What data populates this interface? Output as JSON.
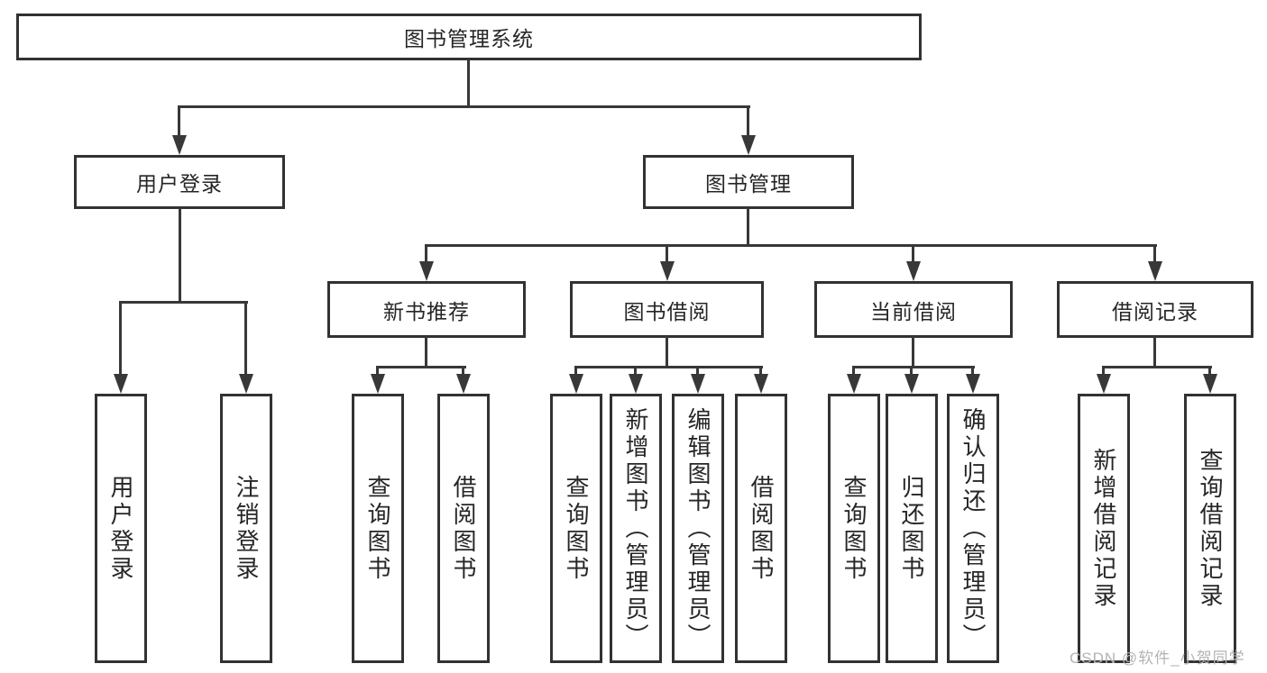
{
  "diagram": {
    "title": "图书管理系统",
    "type": "hierarchical-structure-chart",
    "colors": {
      "line": "#383838",
      "border": "#323232",
      "text": "#262626",
      "background": "#ffffff",
      "watermark": "#b3b3b3"
    },
    "watermark": "CSDN @软件_小贺同学",
    "nodes": {
      "root": {
        "label": "图书管理系统"
      },
      "user_login": {
        "label": "用户登录"
      },
      "book_mgmt": {
        "label": "图书管理"
      },
      "new_book_rec": {
        "label": "新书推荐"
      },
      "book_borrow": {
        "label": "图书借阅"
      },
      "current_borrow": {
        "label": "当前借阅"
      },
      "borrow_records": {
        "label": "借阅记录"
      },
      "leaf_user_login": {
        "label": "用户登录"
      },
      "leaf_logout": {
        "label": "注销登录"
      },
      "leaf_nbr_query": {
        "label": "查询图书"
      },
      "leaf_nbr_borrow": {
        "label": "借阅图书"
      },
      "leaf_bb_query": {
        "label": "查询图书"
      },
      "leaf_bb_add": {
        "label": "新增图书（管理员）"
      },
      "leaf_bb_edit": {
        "label": "编辑图书（管理员）"
      },
      "leaf_bb_borrow": {
        "label": "借阅图书"
      },
      "leaf_cb_query": {
        "label": "查询图书"
      },
      "leaf_cb_return": {
        "label": "归还图书"
      },
      "leaf_cb_confirm": {
        "label": "确认归还（管理员）"
      },
      "leaf_br_add": {
        "label": "新增借阅记录"
      },
      "leaf_br_query": {
        "label": "查询借阅记录"
      }
    },
    "hierarchy": {
      "图书管理系统": {
        "用户登录": [
          "用户登录",
          "注销登录"
        ],
        "图书管理": {
          "新书推荐": [
            "查询图书",
            "借阅图书"
          ],
          "图书借阅": [
            "查询图书",
            "新增图书（管理员）",
            "编辑图书（管理员）",
            "借阅图书"
          ],
          "当前借阅": [
            "查询图书",
            "归还图书",
            "确认归还（管理员）"
          ],
          "借阅记录": [
            "新增借阅记录",
            "查询借阅记录"
          ]
        }
      }
    }
  }
}
